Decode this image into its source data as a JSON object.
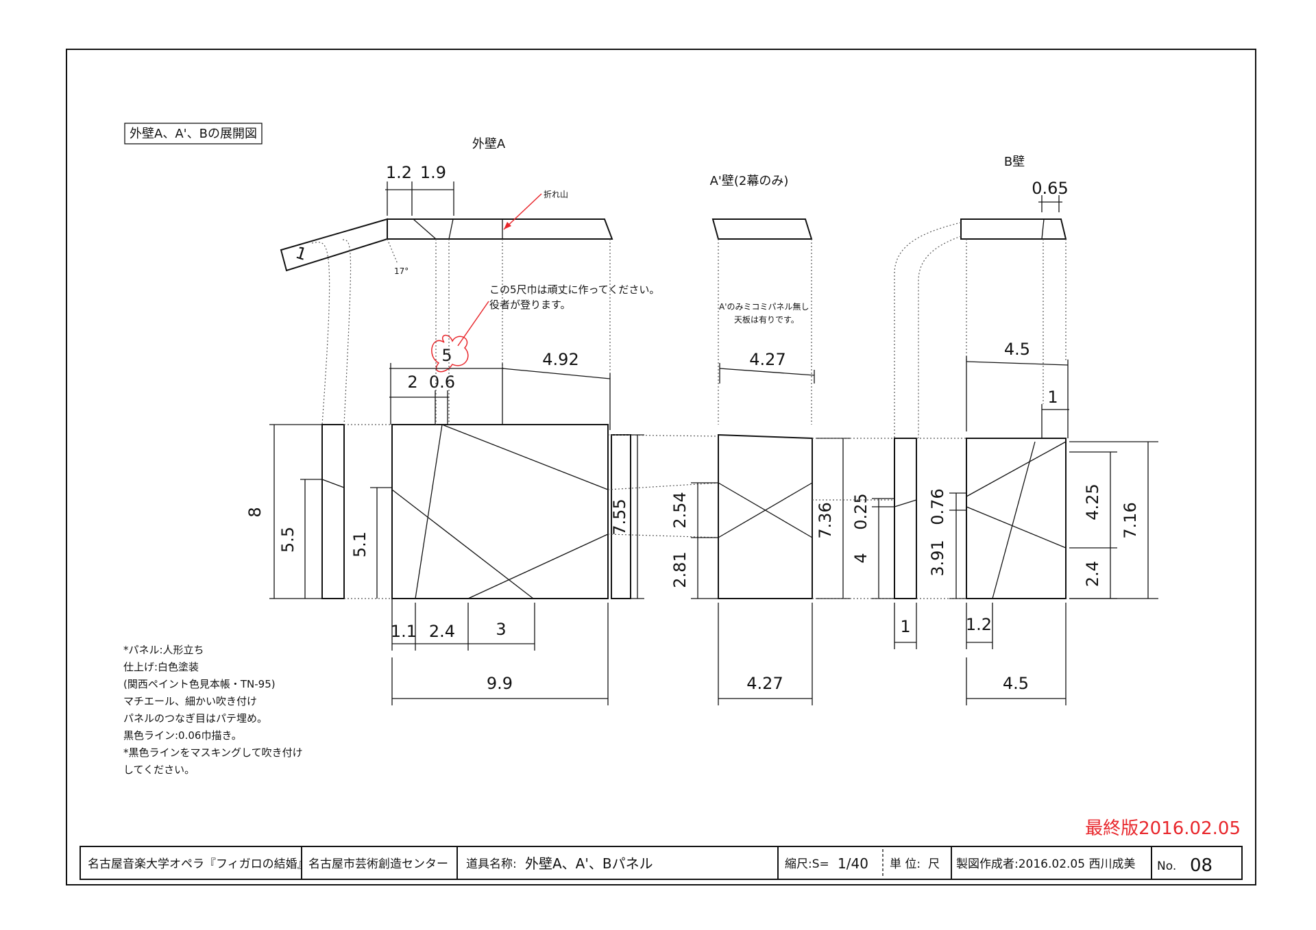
{
  "heading_box": "外壁A、A'、Bの展開図",
  "walls": {
    "a": "外壁A",
    "a_prime": "A'壁(2幕のみ)",
    "b": "B壁"
  },
  "annotations": {
    "fold": "折れ山",
    "note_a_line1": "この5尺巾は頑丈に作ってください。",
    "note_a_line2": "役者が登ります。",
    "note_ap_line1": "A'のみミコミパネル無し",
    "note_ap_line2": "天板は有りです。",
    "angle": "17°"
  },
  "dims": {
    "a_top_12": "1.2",
    "a_top_19": "1.9",
    "a_slope_1": "1",
    "a_5": "5",
    "a_492": "4.92",
    "a_2": "2",
    "a_06": "0.6",
    "a_8": "8",
    "a_55": "5.5",
    "a_51": "5.1",
    "a_755": "7.55",
    "a_11": "1.1",
    "a_24": "2.4",
    "a_3": "3",
    "a_99": "9.9",
    "ap_427_top": "4.27",
    "ap_254": "2.54",
    "ap_281": "2.81",
    "ap_736": "7.36",
    "ap_427_bot": "4.27",
    "b_065": "0.65",
    "b_45_top": "4.5",
    "b_1_top": "1",
    "b_025": "0.25",
    "b_4": "4",
    "b_076": "0.76",
    "b_391": "3.91",
    "b_425": "4.25",
    "b_24": "2.4",
    "b_716": "7.16",
    "b_1_bot": "1",
    "b_12": "1.2",
    "b_45_bot": "4.5"
  },
  "notes": [
    "*パネル:人形立ち",
    "  仕上げ:白色塗装",
    "   (関西ペイント色見本帳・TN-95)",
    "   マチエール、細かい吹き付け",
    "   パネルのつなぎ目はパテ埋め。",
    "  黒色ライン:0.06巾描き。",
    "*黒色ラインをマスキングして吹き付け",
    "  してください。"
  ],
  "final_version": "最終版2016.02.05",
  "title_block": {
    "production": "名古屋音楽大学オペラ『フィガロの結婚』",
    "venue": "名古屋市芸術創造センター",
    "prop_label": "道具名称:",
    "prop_name": "外壁A、A'、Bパネル",
    "scale_label": "縮尺:S=",
    "scale_value": "1/40",
    "unit_label": "単 位:",
    "unit_value": "尺",
    "drafter": "製図作成者:2016.02.05 西川成美",
    "no_label": "No.",
    "no_value": "08"
  },
  "colors": {
    "accent_red": "#e8262b",
    "line": "#111111"
  }
}
